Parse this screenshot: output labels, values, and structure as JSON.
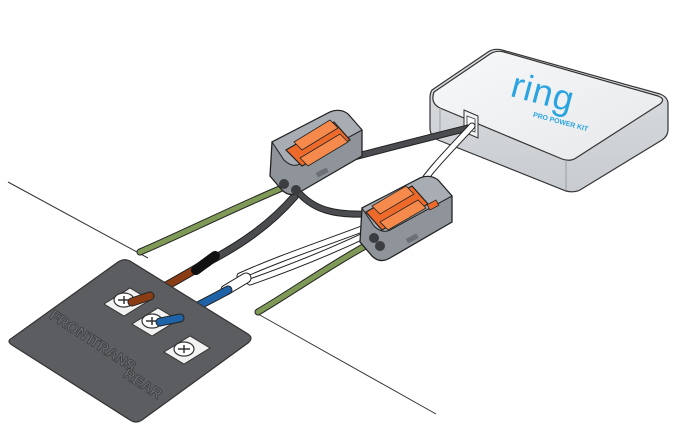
{
  "device": {
    "brand": "ring",
    "model_label": "PRO POWER KIT",
    "brand_color": "#2aa4e0"
  },
  "terminal_plate": {
    "labels": [
      "FRONT",
      "TRANS",
      "REAR"
    ]
  },
  "colors": {
    "connector_orange": "#ee6a2a",
    "connector_grey": "#8e9499",
    "wire_green": "#7f9a57",
    "wire_black": "#3f4145",
    "wire_white": "#ffffff",
    "wire_brown": "#8a3c15",
    "wire_blue": "#1e63a8",
    "plate": "#5b5d60"
  }
}
